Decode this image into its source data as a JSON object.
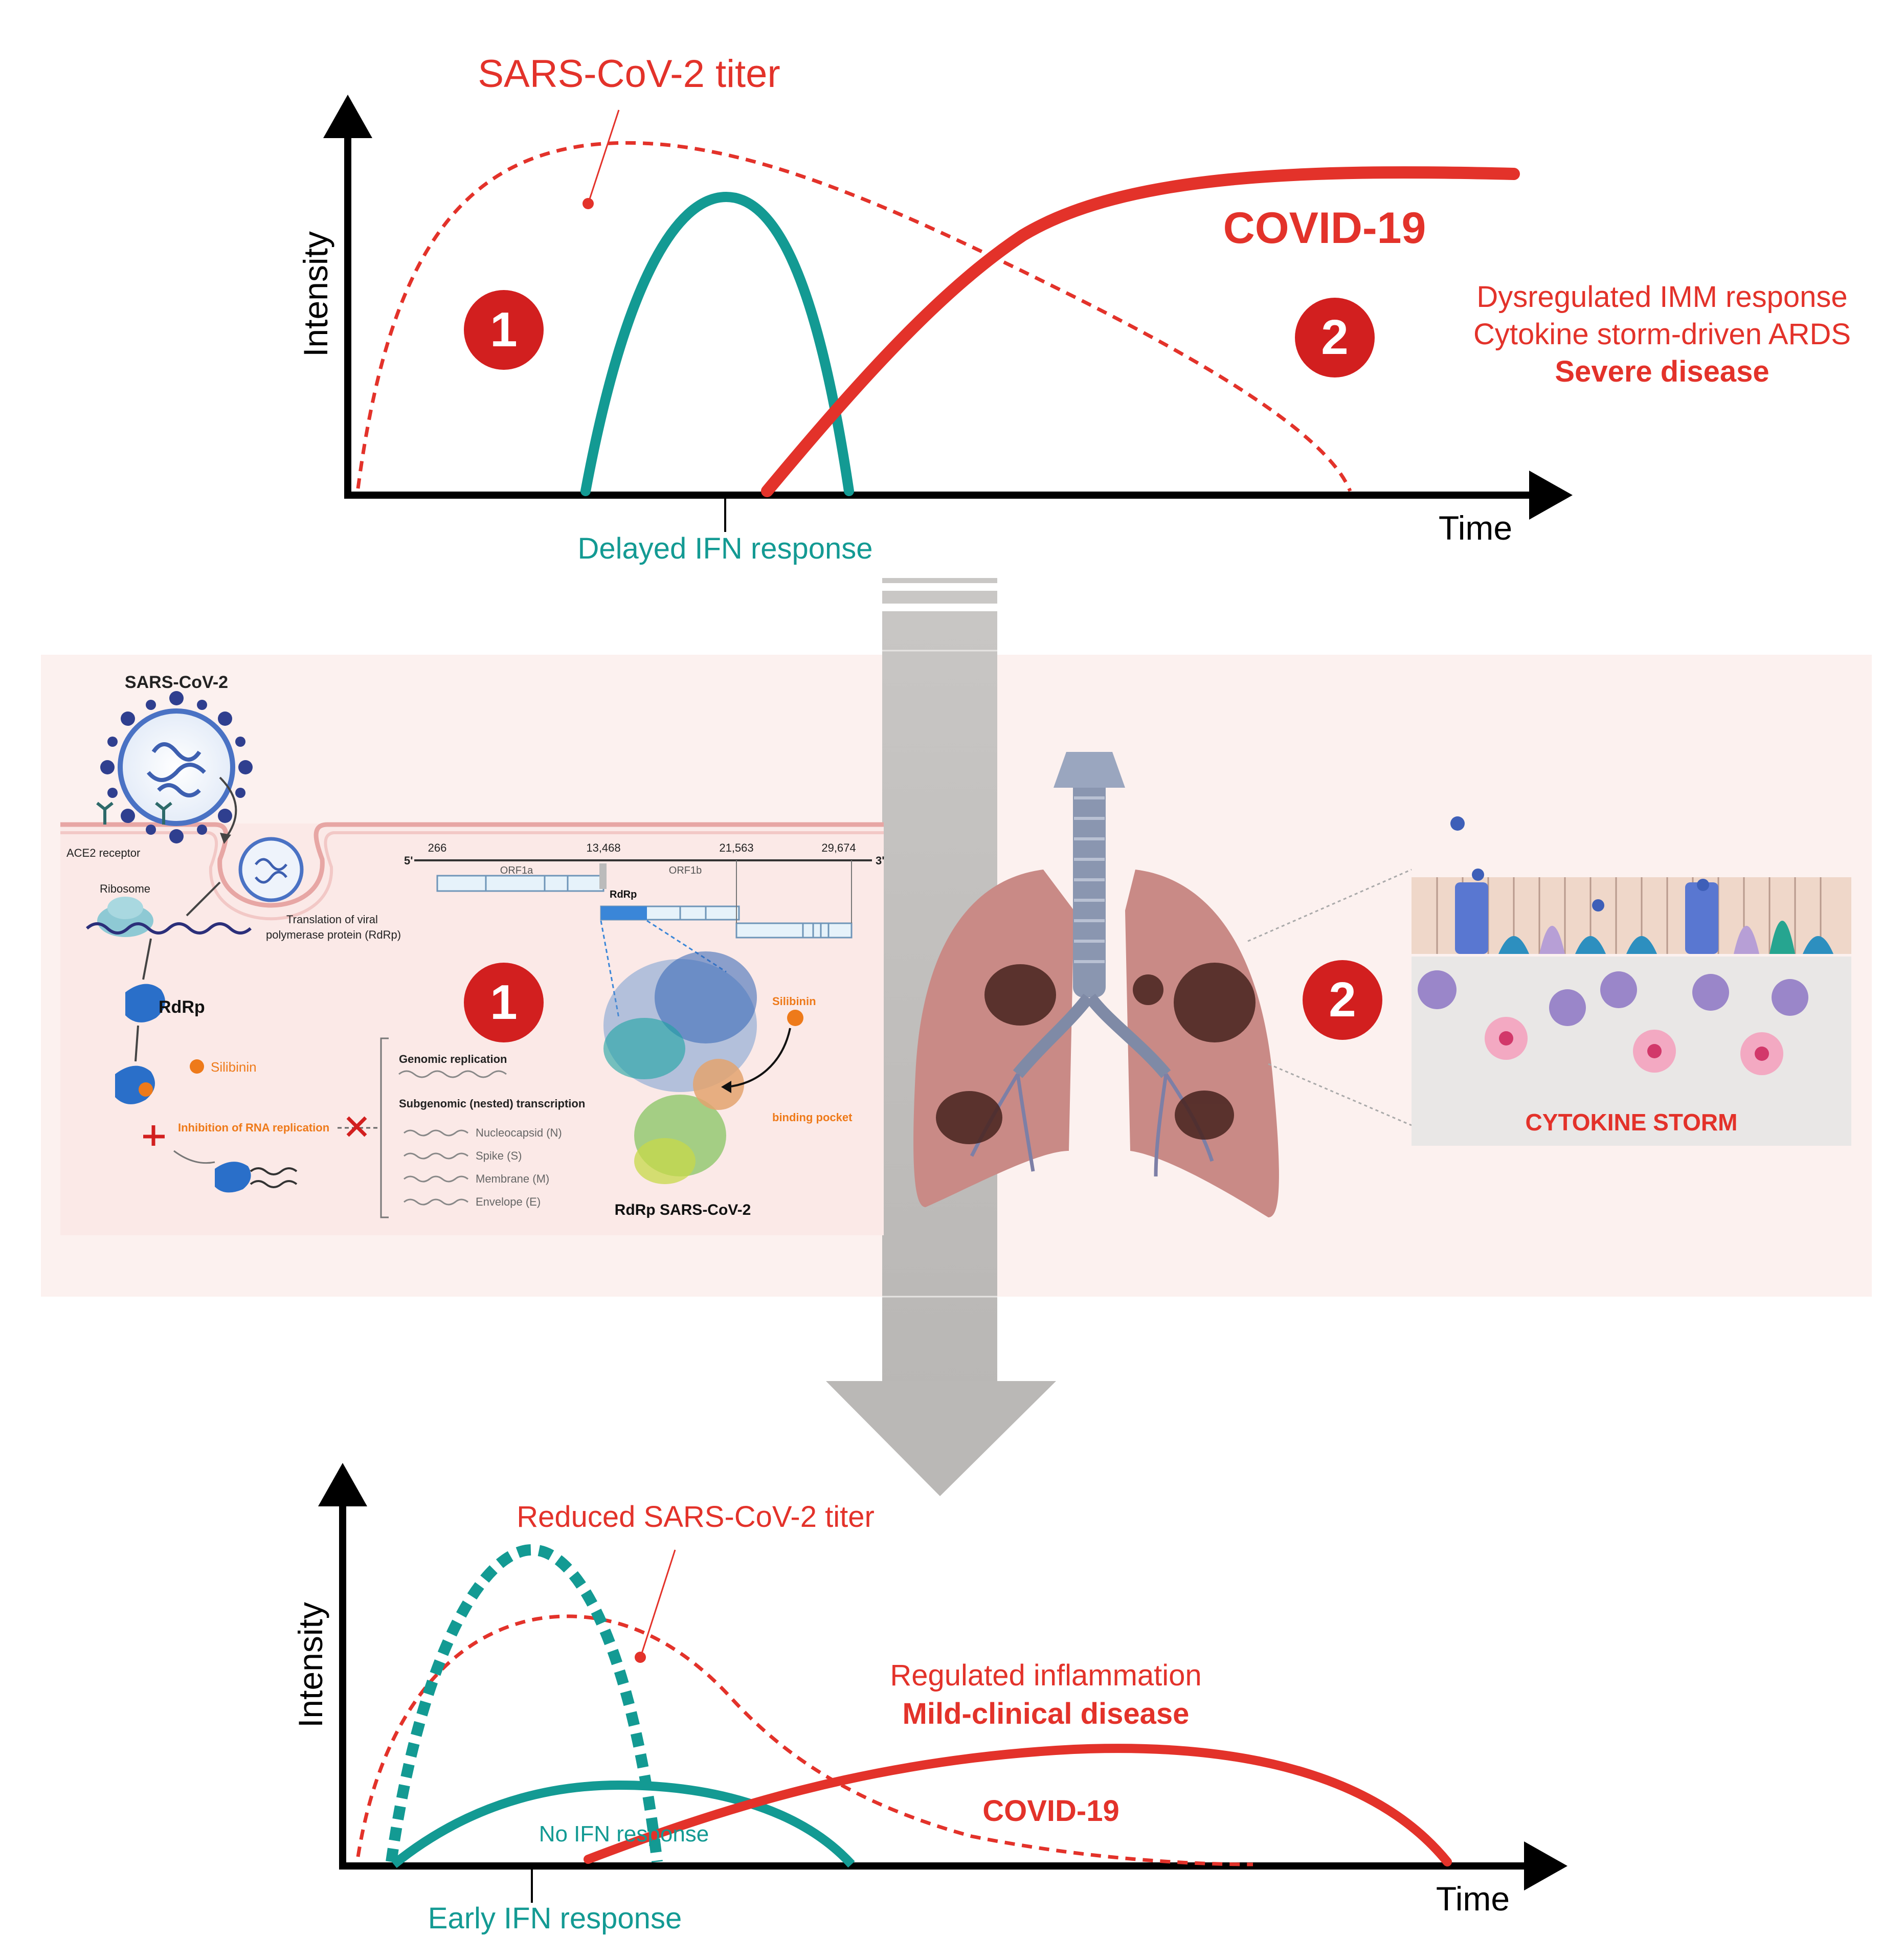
{
  "colors": {
    "red": "#e3322a",
    "dark_red": "#d21f1f",
    "teal": "#139a93",
    "orange": "#ee7a1a",
    "blue": "#2a6fc9",
    "navy": "#2f3f8f",
    "grey_arrow": "#c4c2c0",
    "panel_bg": "#fcf1ef",
    "inner_bg": "#fbe9e7",
    "lung": "#c98a86",
    "tissue_bg": "#e9e7e6"
  },
  "top_chart": {
    "virus_label": "SARS-CoV-2 titer",
    "y_label": "Intensity",
    "x_label": "Time",
    "disease_label": "COVID-19",
    "ifn_label": "Delayed IFN response",
    "marker_1": "1",
    "marker_2": "2",
    "outcome_lines": [
      "Dysregulated IMM response",
      "Cytokine storm-driven ARDS",
      "Severe disease"
    ]
  },
  "middle": {
    "virus_title": "SARS-CoV-2",
    "ace2_label": "ACE2 receptor",
    "ribosome_label": "Ribosome",
    "translation_label": [
      "Translation of viral",
      "polymerase protein (RdRp)"
    ],
    "rdrp_label": "RdRp",
    "silibinin_label": "Silibinin",
    "inhibition_label": "Inhibition of RNA replication",
    "genome": {
      "five_prime": "5'",
      "three_prime": "3'",
      "positions": [
        "266",
        "13,468",
        "21,563",
        "29,674"
      ],
      "orf1a": "ORF1a",
      "orf1b": "ORF1b",
      "rdrp": "RdRp"
    },
    "replication_title": "Genomic replication",
    "transcription_title": "Subgenomic (nested) transcription",
    "transcripts": [
      "Nucleocapsid (N)",
      "Spike (S)",
      "Membrane (M)",
      "Envelope (E)"
    ],
    "structure_silibinin": "Silibinin",
    "binding_pocket": "binding pocket",
    "structure_title": "RdRp SARS-CoV-2",
    "marker_1": "1",
    "marker_2": "2",
    "cytokine_storm": "CYTOKINE STORM"
  },
  "bottom_chart": {
    "virus_label": "Reduced SARS-CoV-2 titer",
    "y_label": "Intensity",
    "x_label": "Time",
    "outcome_lines": [
      "Regulated inflammation",
      "Mild-clinical disease"
    ],
    "disease_label": "COVID-19",
    "no_ifn_label": "No IFN response",
    "early_ifn_label": "Early IFN response"
  }
}
